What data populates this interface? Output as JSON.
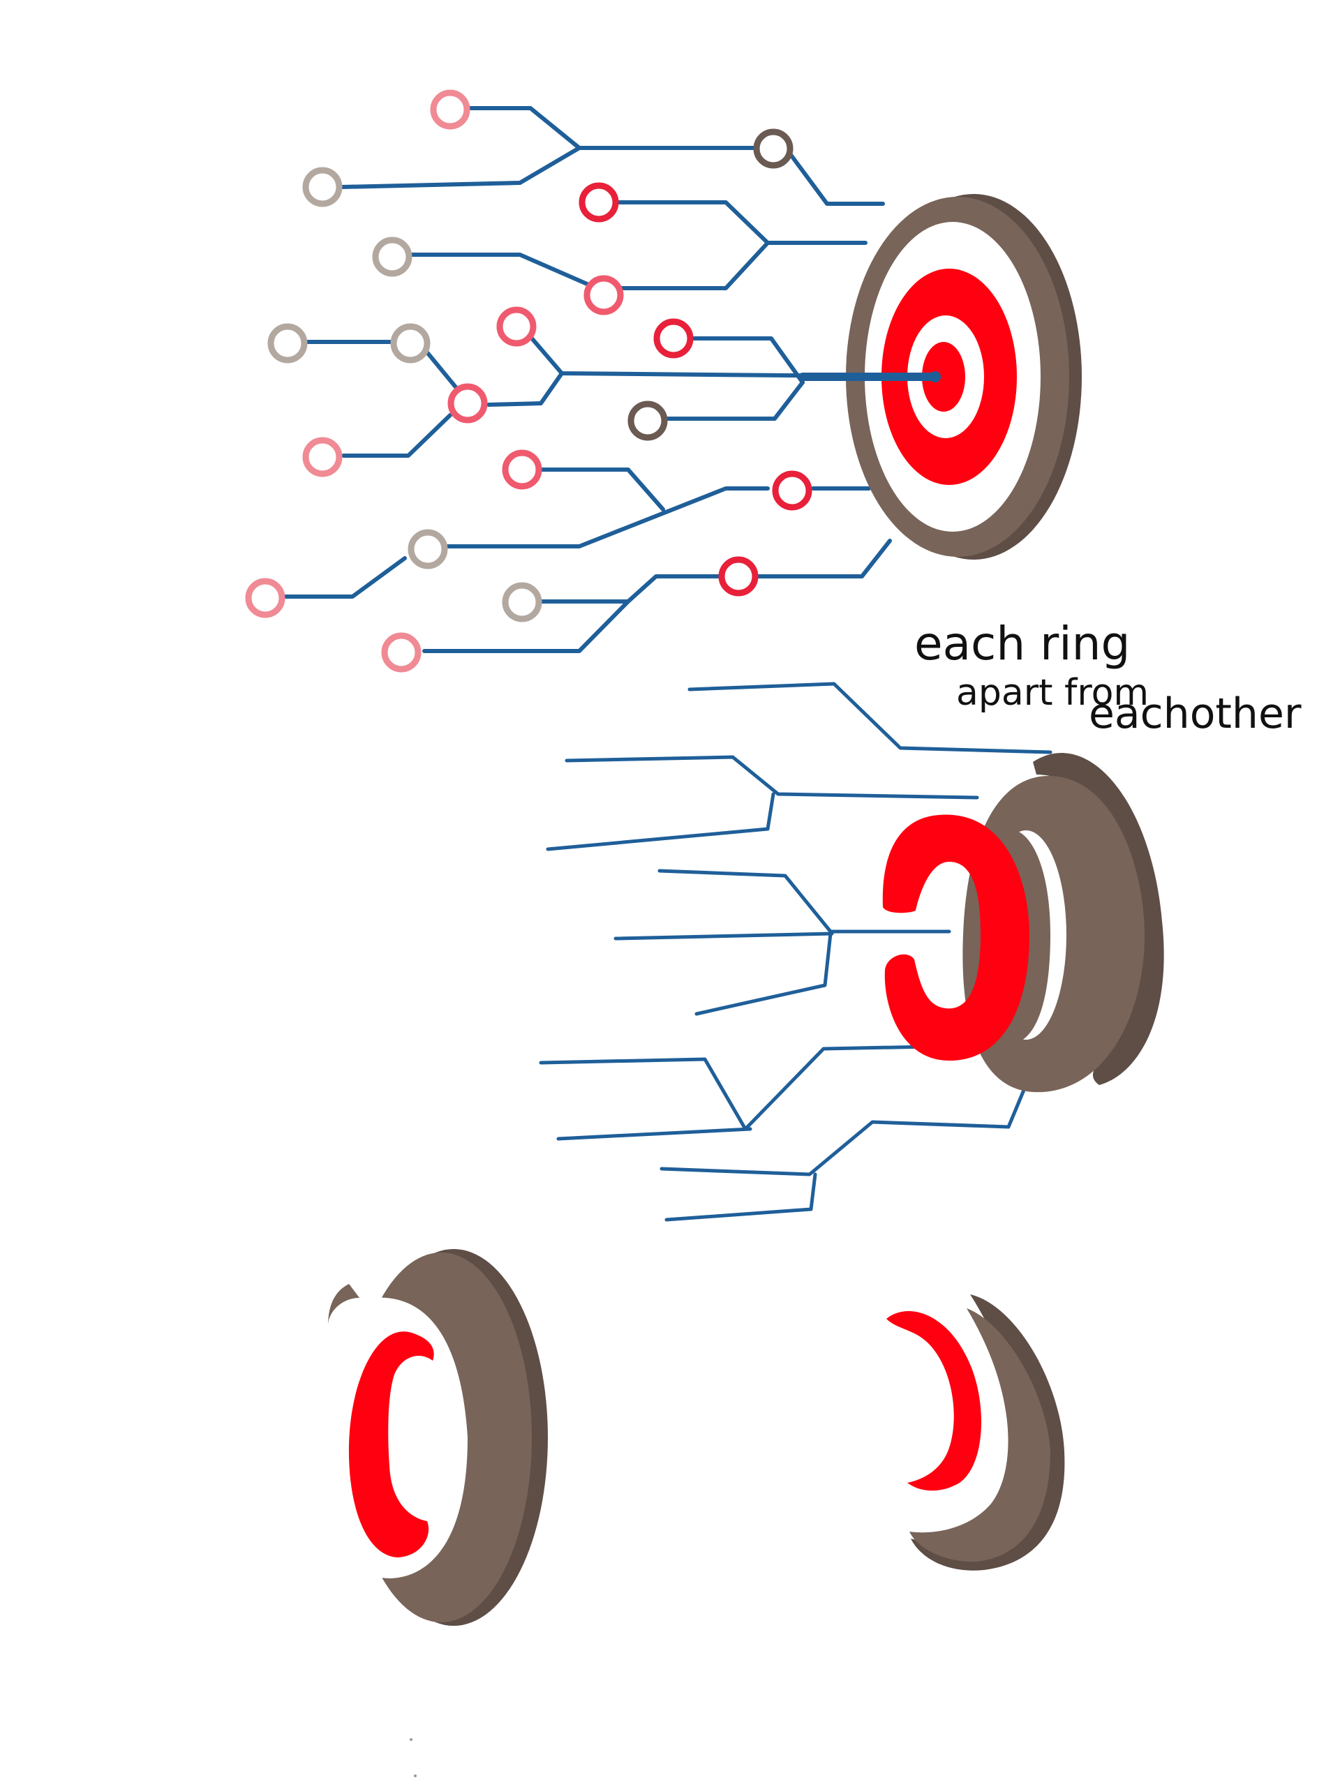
{
  "annotation": {
    "line1": "each ring",
    "line2": "apart from",
    "line3": "eachother"
  },
  "colors": {
    "background": "#ffffff",
    "circuit_line": "#1f5f99",
    "ring_brown": "#786459",
    "ring_dark_brown": "#5e4e46",
    "target_red": "#ff0010",
    "node_pink": "#f08a94",
    "node_red": "#e8203a",
    "node_rose": "#f05a6e",
    "node_grey": "#b3a89f",
    "node_brown": "#6a5a52",
    "annotation_ink": "#111111"
  }
}
